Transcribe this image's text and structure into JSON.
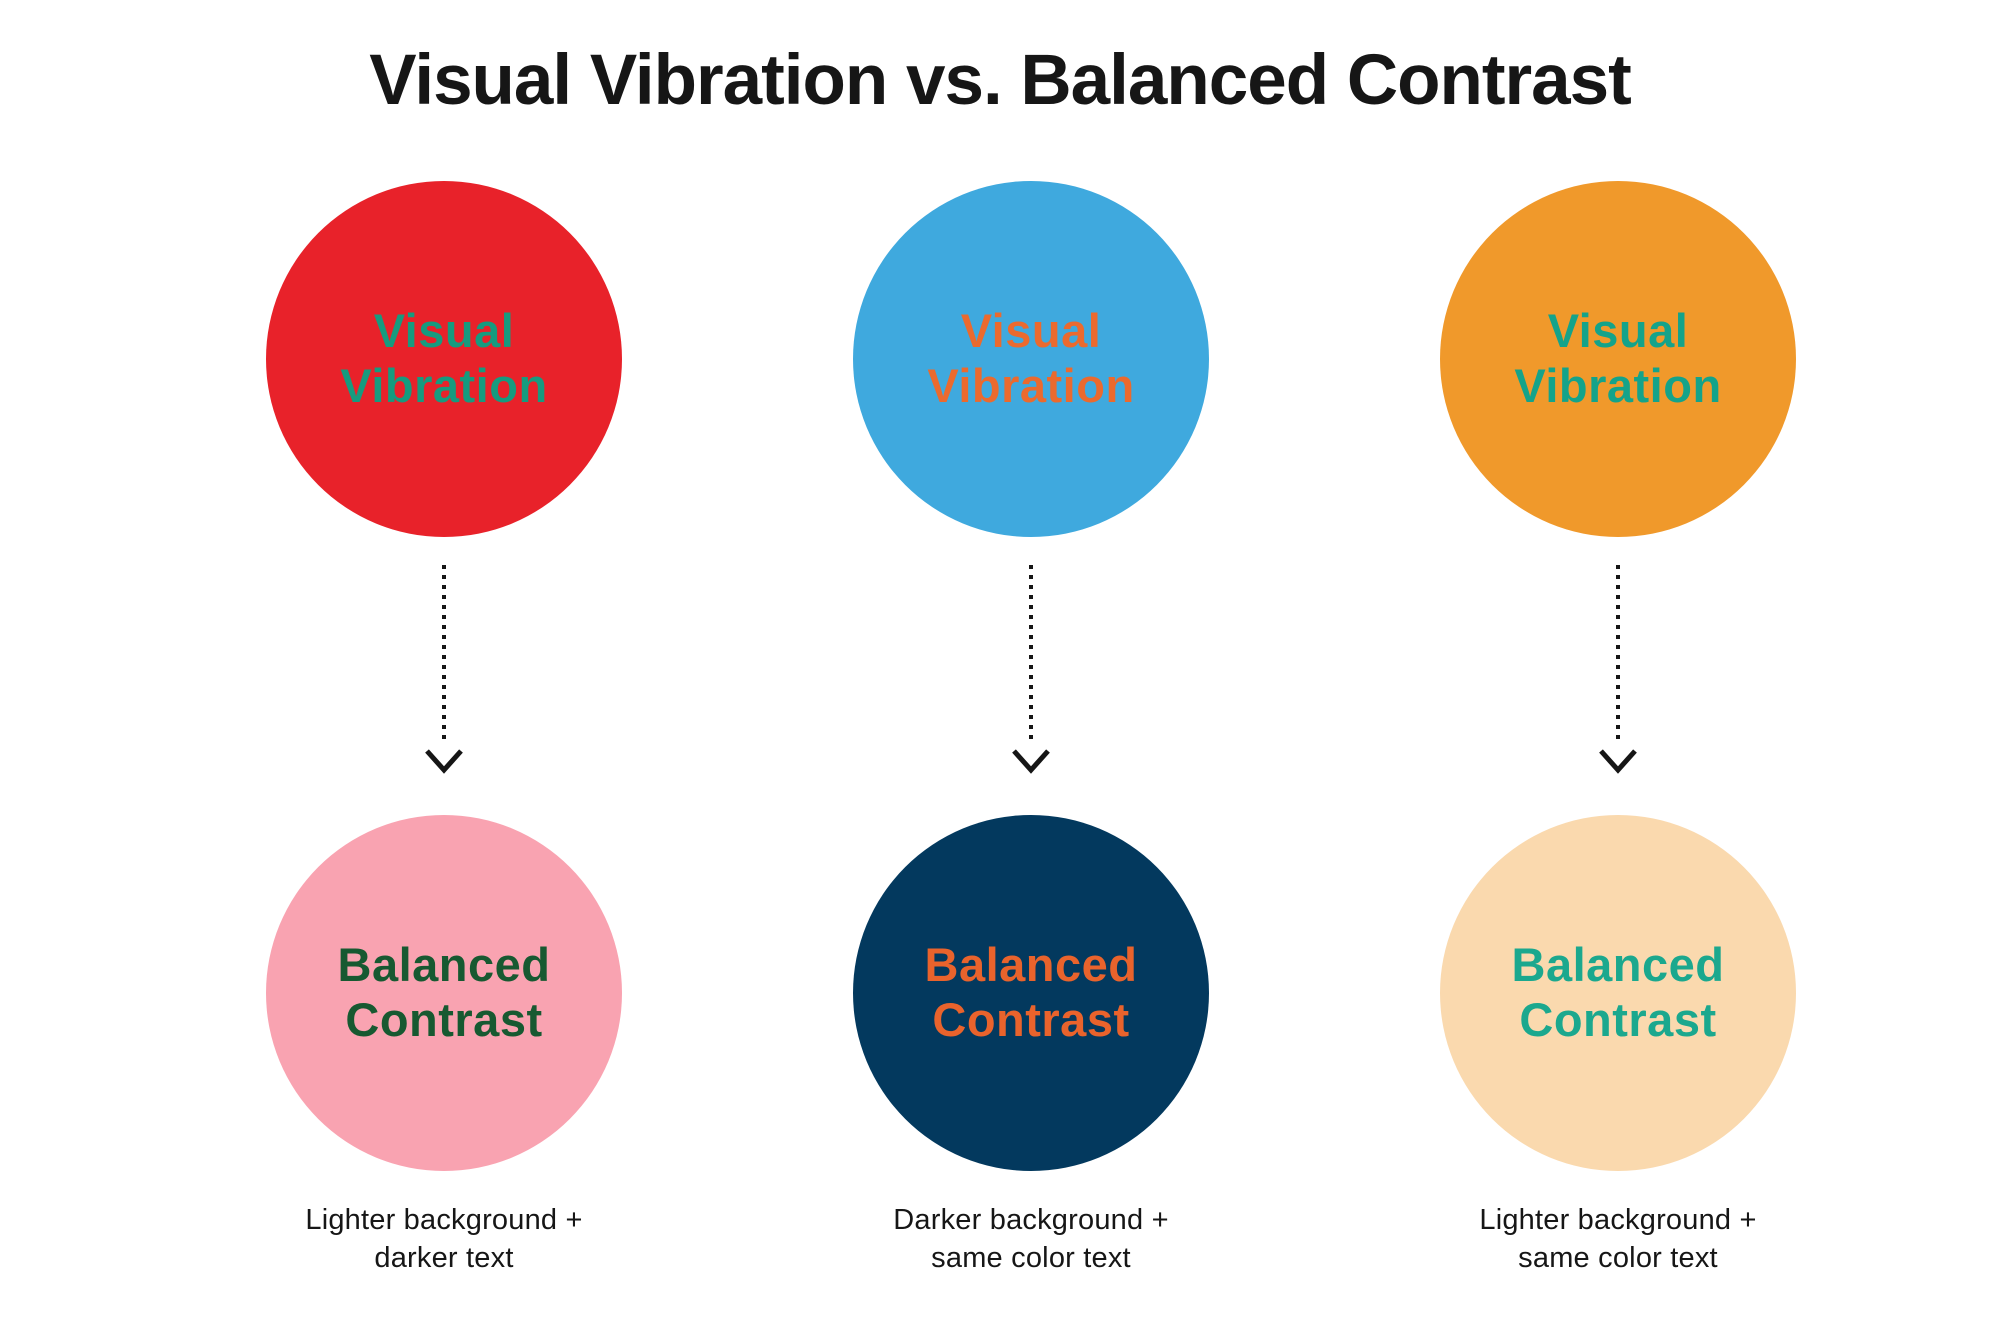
{
  "title": "Visual Vibration vs. Balanced Contrast",
  "colors": {
    "background": "#ffffff",
    "ink": "#161616"
  },
  "columns": [
    {
      "top_circle": {
        "line1": "Visual",
        "line2": "Vibration",
        "bg": "#E8222A",
        "text_color": "#169B7F"
      },
      "bottom_circle": {
        "line1": "Balanced",
        "line2": "Contrast",
        "bg": "#F9A3B1",
        "text_color": "#175931"
      },
      "caption": {
        "line1": "Lighter background +",
        "line2": "darker text"
      }
    },
    {
      "top_circle": {
        "line1": "Visual",
        "line2": "Vibration",
        "bg": "#3FA9DE",
        "text_color": "#EB6A2E"
      },
      "bottom_circle": {
        "line1": "Balanced",
        "line2": "Contrast",
        "bg": "#03395E",
        "text_color": "#E9632C"
      },
      "caption": {
        "line1": "Darker background +",
        "line2": "same color text"
      }
    },
    {
      "top_circle": {
        "line1": "Visual",
        "line2": "Vibration",
        "bg": "#F0992B",
        "text_color": "#14A38A"
      },
      "bottom_circle": {
        "line1": "Balanced",
        "line2": "Contrast",
        "bg": "#FAD9AE",
        "text_color": "#1BA88E"
      },
      "caption": {
        "line1": "Lighter background +",
        "line2": "same color text"
      }
    }
  ]
}
